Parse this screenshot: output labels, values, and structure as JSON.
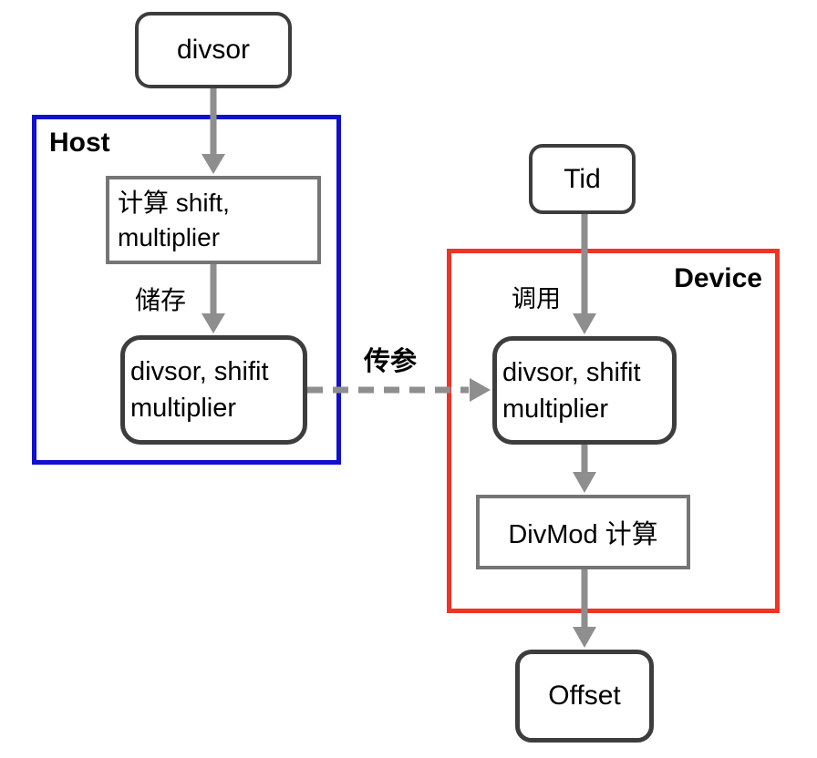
{
  "diagram": {
    "containers": {
      "host": {
        "label": "Host"
      },
      "device": {
        "label": "Device"
      }
    },
    "nodes": {
      "divsor": {
        "label": "divsor"
      },
      "calc": {
        "line1": "计算 shift,",
        "line2": "multiplier"
      },
      "host_params": {
        "line1": "divsor, shifit",
        "line2": "multiplier"
      },
      "tid": {
        "label": "Tid"
      },
      "device_params": {
        "line1": "divsor, shifit",
        "line2": "multiplier"
      },
      "divmod": {
        "label": "DivMod 计算"
      },
      "offset": {
        "label": "Offset"
      }
    },
    "edge_labels": {
      "store": "储存",
      "invoke": "调用",
      "pass_params": "传参"
    },
    "colors": {
      "host_border": "#1010CE",
      "device_border": "#EE3424",
      "arrow": "#8E8E8E",
      "node_border_dark": "#3D3D3D",
      "node_border_gray": "#757575",
      "text": "#000000",
      "background": "#FFFFFF"
    }
  }
}
